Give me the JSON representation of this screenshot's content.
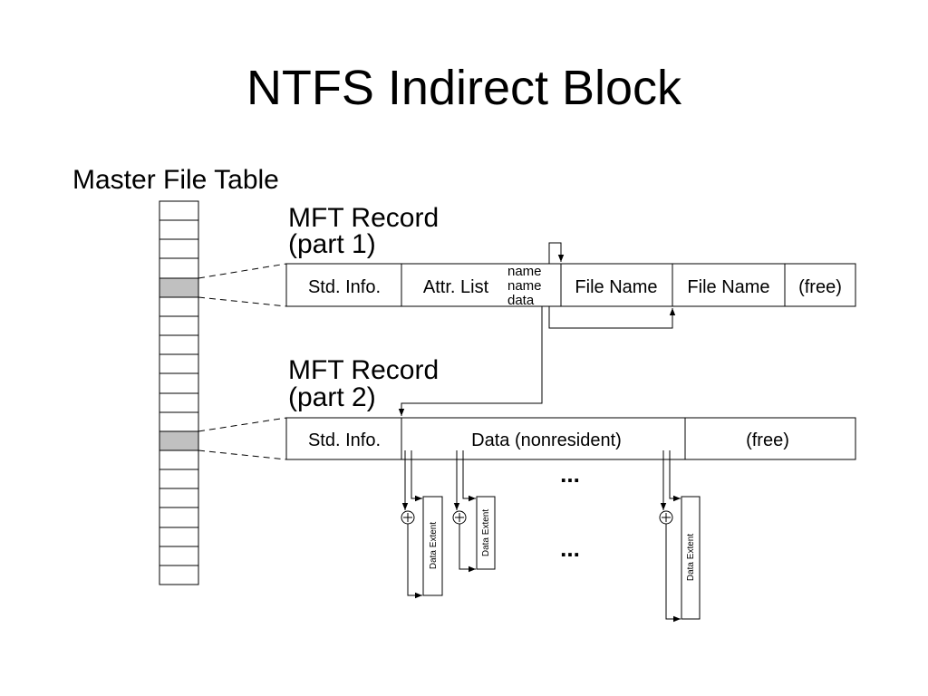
{
  "title": "NTFS Indirect Block",
  "mft": {
    "label": "Master File Table"
  },
  "records": [
    {
      "heading": [
        "MFT Record",
        "(part 1)"
      ],
      "cells": [
        "Std. Info.",
        "Attr. List",
        "File Name",
        "File Name",
        "(free)"
      ],
      "attr_list_entries": [
        "name",
        "name",
        "data"
      ]
    },
    {
      "heading": [
        "MFT Record",
        "(part 2)"
      ],
      "cells": [
        "Std. Info.",
        "Data (nonresident)",
        "(free)"
      ]
    }
  ],
  "extent_labels": [
    "Data Extent",
    "Data Extent",
    "Data Extent"
  ],
  "ellipses": [
    "...",
    "..."
  ],
  "colors": {
    "selected_row": "#c0c0c0",
    "line": "#000000",
    "background": "#ffffff"
  }
}
